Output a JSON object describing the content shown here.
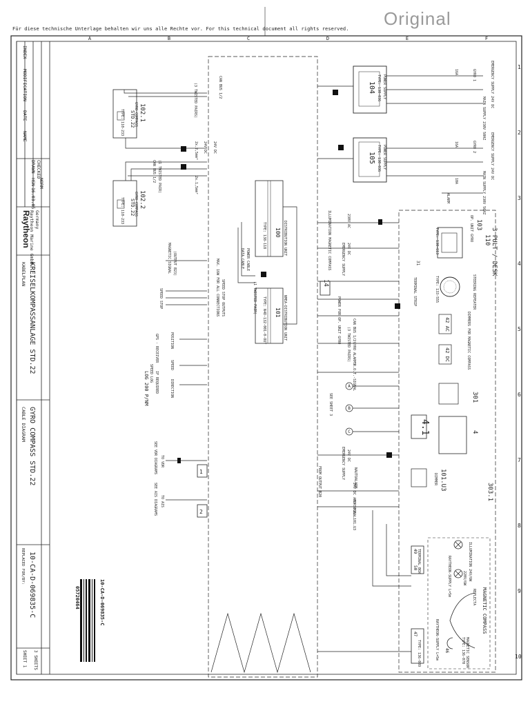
{
  "header": {
    "notice": "Für diese technische Unterlage behalten wir uns alle Rechte vor. For this technical document all rights reserved.",
    "stamp": "Original"
  },
  "title_block": {
    "index": "INDEX",
    "modification": "MODIFICATION",
    "date": "DATE",
    "name": "NAME",
    "drawn": "DRAWN",
    "checked": "CHECKED",
    "norm": "NORM",
    "drawn_name": "HSN",
    "drawn_date": "16.03.05",
    "company_logo": "Raytheon",
    "company": "Raytheon Marine GmbH",
    "company_country": "Germany",
    "kabelplan": "KABELPLAN",
    "title_de": "KREISELKOMPASSANLAGE STD.22",
    "cable_diagram": "CABLE DIAGRAM",
    "title_en": "GYRO COMPASS STD.22",
    "replaced_by": "REPLACED FOR/BY:",
    "doc_number": "10-CA-D-069835-C",
    "barcode_label": "10-CA-D-069835-C",
    "barcode_number": "05720464",
    "sheet": "SHEET 1",
    "sheets": "3 SHEETS"
  },
  "grid": {
    "columns": [
      "1",
      "2",
      "3",
      "4",
      "5",
      "6",
      "7",
      "8",
      "9",
      "10"
    ],
    "rows": [
      "A",
      "B",
      "C",
      "D",
      "E",
      "F"
    ]
  },
  "left_units": {
    "gyro1_num": "102.1",
    "gyro1_name": "GYRO COMPASS",
    "gyro1_model": "STD.22",
    "gyro1_type": "TYPE: 110-233",
    "gyro2_num": "102.2",
    "gyro2_name": "GYRO COMPASS",
    "gyro2_model": "STD.22",
    "gyro2_type": "TYPE: 110-233",
    "twisted_pairs": "(3 TWISTED PAIRS)",
    "can_bus": "CAN BUS 1/2",
    "v24_dc": "24V DC",
    "wire_25": "2x.2,5mm²",
    "wire_15": "2x.1,5mm²",
    "twisted_pair_can": "(1 TWISTED PAIR)",
    "can_bus_12": "CAN BUS 1/2"
  },
  "center_units": {
    "dist_unit_num": "100",
    "dist_unit_name": "DISTRIBUTION UNIT",
    "dist_unit_type": "TYPE: 138-118",
    "nmea_unit_num": "101",
    "nmea_unit_name": "NMEA-DISTRIBUTION UNIT",
    "nmea_unit_type": "TYPE: N4D-132-001-0-OUT",
    "power_cable": "POWER CABLE",
    "data_cable": "DATA CABLE",
    "twisted_pair": "(1 TWISTED PAIR)",
    "speed_stop_outputs": "SPEED STOP OUTPUTS",
    "max_connections": "MAX. 16W FOR ALL CONNECTIONS",
    "magnetic_signal": "MAGNETIC SIGNAL",
    "output_b23": "(OUTPUT B23)",
    "speed_stop": "SPEED STOP",
    "position": "POSITION",
    "gps_receiver": "GPS - RECEIVER",
    "speed": "SPEED",
    "direction": "DIRECTION",
    "speed_log": "SPEED LOG",
    "if_required": "IF REQUIRED",
    "log_200": "LOG 200 P/NM",
    "to_vdr": "TO VDR",
    "see_vdr": "SEE VDR DIAGRAMS",
    "to_ais": "TO AIS",
    "see_ais": "SEE AIS DIAGRAMS",
    "box1": "1",
    "box2": "2"
  },
  "right_units": {
    "ps104_num": "104",
    "ps104_name": "POWER SUPPLY",
    "ps104_type": "TYPE: 130-036",
    "ps105_num": "105",
    "ps105_name": "POWER SUPPLY",
    "ps105_type": "TYPE: 130-036",
    "es_power_1": "EMERGENCY SUPPLY 24V DC",
    "mains_1": "MAIN SUPPLY 230V 50HZ",
    "fuse_16a": "16A",
    "fuse_10a": "10A",
    "gyro1_label": "GYRO 1",
    "gyro2_label": "GYRO 2",
    "alarm": "ALARM",
    "desk_title": "3 PULT / DESK",
    "desk_num": "110",
    "op_unit_num": "103",
    "op_unit_name": "OP. UNIT GYRO",
    "op_unit_type": "TYPE: 130-613",
    "steering_repeater": "STEERING REPEATER",
    "steering_type": "TYPE: 133-555",
    "terminal_strip": "TERMINAL STRIP",
    "terminal_31": "31",
    "illumination": "ILLUMINATION MAGNETIC COMPASS",
    "v230ac": "230V AC",
    "emergency_supply": "EMERGENCY SUPPLY",
    "v24dc": "24V DC",
    "box14": "14",
    "power_for_op": "POWER FOR OP. UNIT GYRO",
    "can_bus_12": "CAN BUS 1/2",
    "twisted_pairs_3": "(3 TWISTED PAIRS)",
    "gyro_alarms": "GYRO ALARMS",
    "rot_signal": "R.O.T.-SIGNAL",
    "dimmers": "DIMMERS FOR MAGNETIC COMPASS",
    "d42ac": "42 AC",
    "d42dc": "42 DC",
    "num301": "301",
    "num4": "4",
    "box41": "4.1",
    "see_sheet": "SEE SHEET 3",
    "node_a": "A",
    "node_b": "B",
    "node_c": "C",
    "nautoalarm": "NAUTOALARM",
    "dc_and_signal": "24V DC AND SIGNAL",
    "for_pos": "FOR POS. 101.U3",
    "num303": "303.1",
    "num101u3": "101.U3",
    "dimmer": "DIMMER",
    "from_output": "FROM OUTPUT B20",
    "magnetic_compass": "MAGNETIC COMPASS",
    "reflecta": "REFLECTA",
    "mag_sensor": "MAGNETIC SENSOR",
    "mag_sensor_type": "TYPE: 136-070",
    "terminal_box": "TERMINAL BOX",
    "terminal_box_type": "TYPE: 136-089",
    "illumination_24": "ILLUMINATION 24V/6W",
    "illumination_220": "220V/6W",
    "raytheon_supply": "RAYTHEON-SUPPLY L=5m",
    "tb49": "49",
    "tb50": "50",
    "tb47": "47",
    "tb46": "46"
  },
  "colors": {
    "line": "#222222",
    "stamp": "#9a9a9a",
    "background": "#ffffff"
  }
}
